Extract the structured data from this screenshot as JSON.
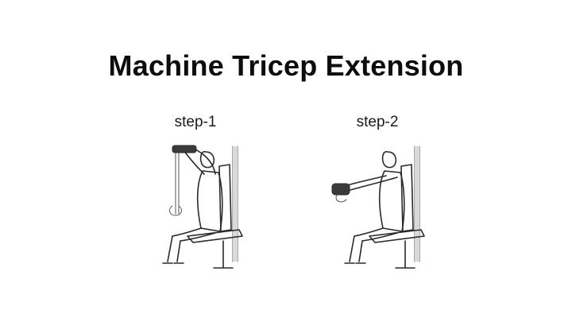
{
  "title": "Machine Tricep Extension",
  "steps": [
    {
      "label": "step-1"
    },
    {
      "label": "step-2"
    }
  ]
}
